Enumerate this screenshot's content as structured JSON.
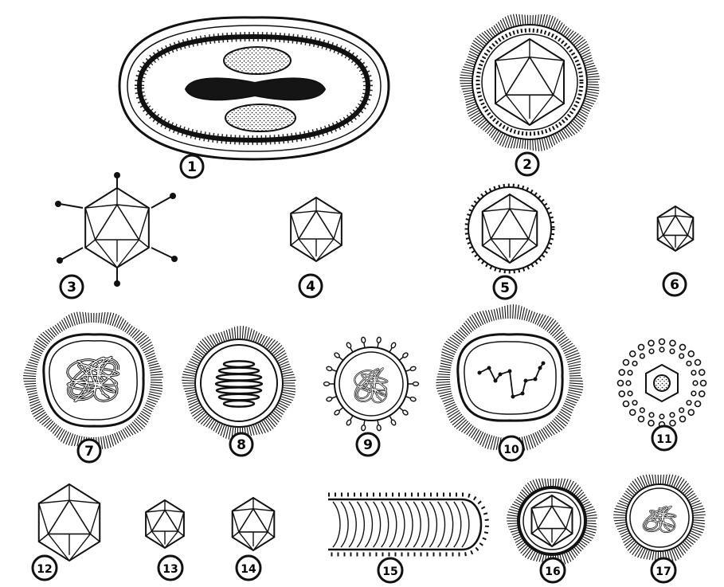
{
  "figure": {
    "labels": [
      "1",
      "2",
      "3",
      "4",
      "5",
      "6",
      "7",
      "8",
      "9",
      "10",
      "11",
      "12",
      "13",
      "14",
      "15",
      "16",
      "17"
    ]
  },
  "colors": {
    "ink": "#111111",
    "paper": "#ffffff"
  }
}
